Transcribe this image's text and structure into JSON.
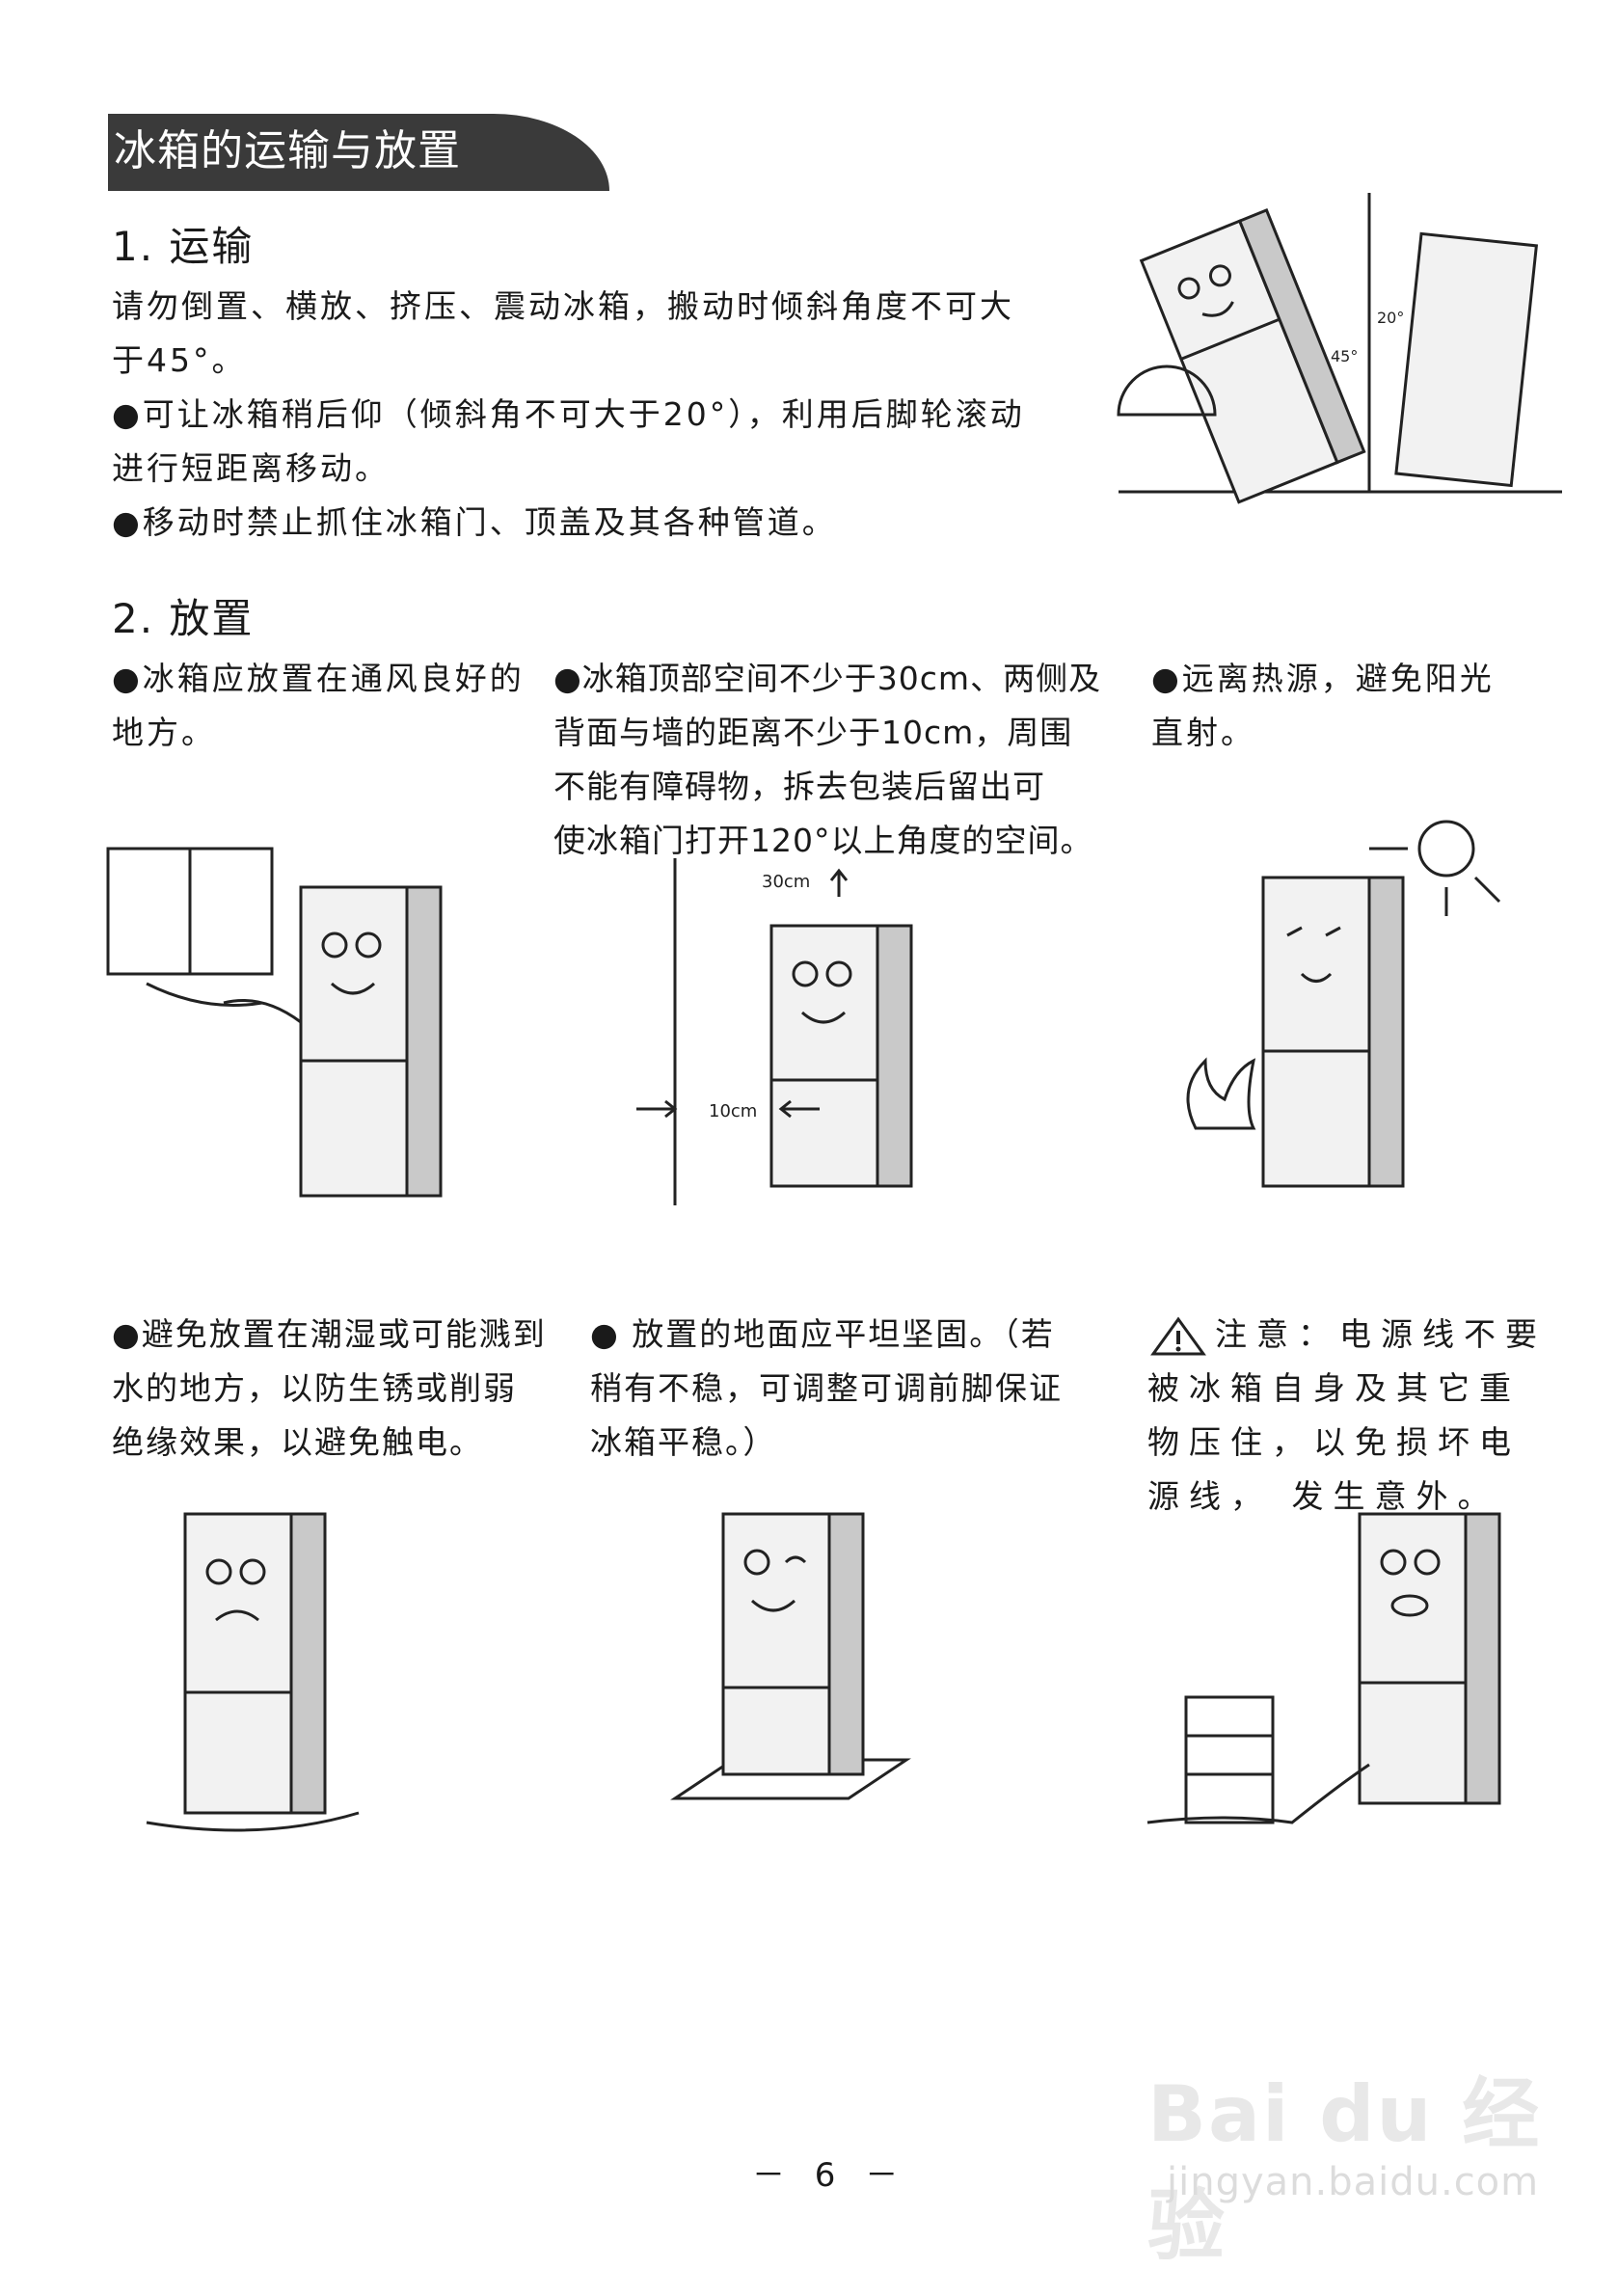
{
  "header": {
    "title": "冰箱的运输与放置"
  },
  "transport": {
    "heading": "1. 运输",
    "lines": [
      "请勿倒置、横放、挤压、震动冰箱，搬动时倾斜角度不可大",
      "于45°。",
      "●可让冰箱稍后仰（倾斜角不可大于20°），利用后脚轮滚动",
      "进行短距离移动。",
      "●移动时禁止抓住冰箱门、顶盖及其各种管道。"
    ],
    "figure": {
      "angle_45": "45°",
      "angle_20": "20°"
    }
  },
  "placement": {
    "heading": "2. 放置",
    "items": [
      {
        "lines": [
          "●冰箱应放置在通风良好的",
          "地方。"
        ]
      },
      {
        "lines": [
          "●冰箱顶部空间不少于30cm、两侧及",
          "背面与墙的距离不少于10cm，周围",
          "不能有障碍物，拆去包装后留出可",
          "使冰箱门打开120°以上角度的空间。"
        ],
        "labels": {
          "top": "30cm",
          "side": "10cm"
        }
      },
      {
        "lines": [
          "●远离热源，避免阳光",
          "直射。"
        ]
      },
      {
        "lines": [
          "●避免放置在潮湿或可能溅到",
          "水的地方，以防生锈或削弱",
          "绝缘效果，以避免触电。"
        ]
      },
      {
        "lines": [
          "● 放置的地面应平坦坚固。（若",
          "稍有不稳，可调整可调前脚保证",
          "冰箱平稳。）"
        ]
      },
      {
        "lines": [
          "注意：电源线不要",
          "被冰箱自身及其它重",
          "物压住，以免损坏电",
          "源线， 发生意外。"
        ]
      }
    ]
  },
  "footer": {
    "page_number": "－ 6 －"
  },
  "watermark": {
    "brand": "Bai du 经验",
    "url": "jingyan.baidu.com"
  }
}
